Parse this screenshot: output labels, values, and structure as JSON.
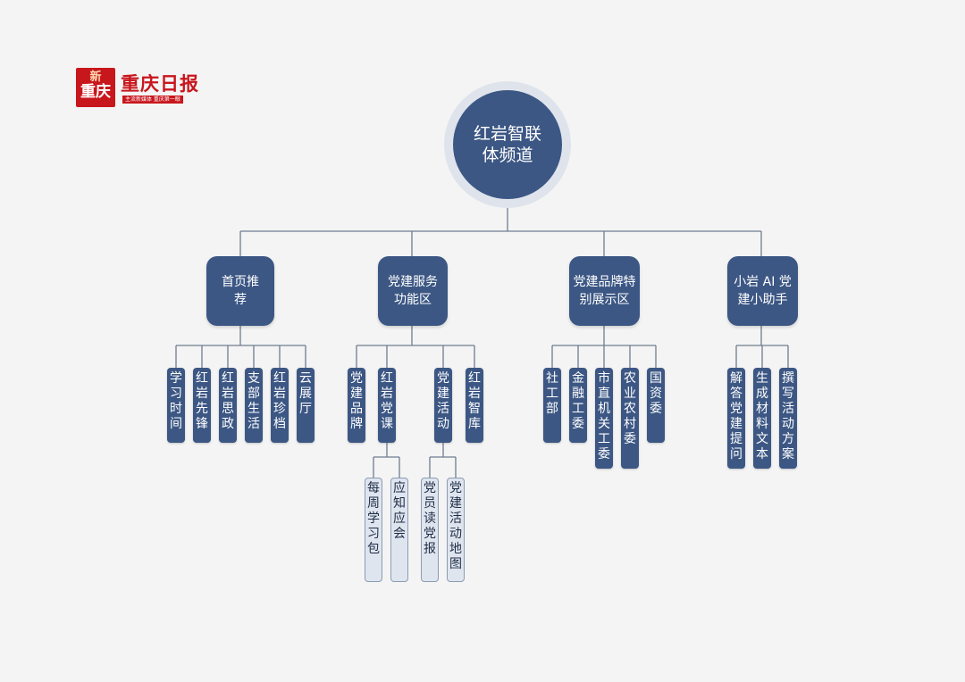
{
  "logo": {
    "mark_top": "新",
    "mark_bottom": "重庆",
    "name": "重庆日报",
    "slogan": "主流新媒体 重庆第一眼"
  },
  "colors": {
    "node": "#3c5784",
    "leaf_fill": "#dfe5ef",
    "line": "#6f7c8f",
    "brand": "#c8161d"
  },
  "root": {
    "label": "红岩智联体频道"
  },
  "sections": [
    {
      "label": "首页推荐",
      "children": [
        "学习时间",
        "红岩先锋",
        "红岩思政",
        "支部生活",
        "红岩珍档",
        "云展厅"
      ]
    },
    {
      "label": "党建服务功能区",
      "children": [
        "党建品牌",
        "红岩党课",
        "党建活动",
        "红岩智库"
      ],
      "sub": {
        "红岩党课": [
          "每周学习包",
          "应知应会"
        ],
        "党建活动": [
          "党员读党报",
          "党建活动地图"
        ]
      }
    },
    {
      "label": "党建品牌特别展示区",
      "children": [
        "社工部",
        "金融工委",
        "市直机关工委",
        "农业农村委",
        "国资委"
      ]
    },
    {
      "label": "小岩 AI 党建小助手",
      "children": [
        "解答党建提问",
        "生成材料文本",
        "撰写活动方案"
      ]
    }
  ]
}
